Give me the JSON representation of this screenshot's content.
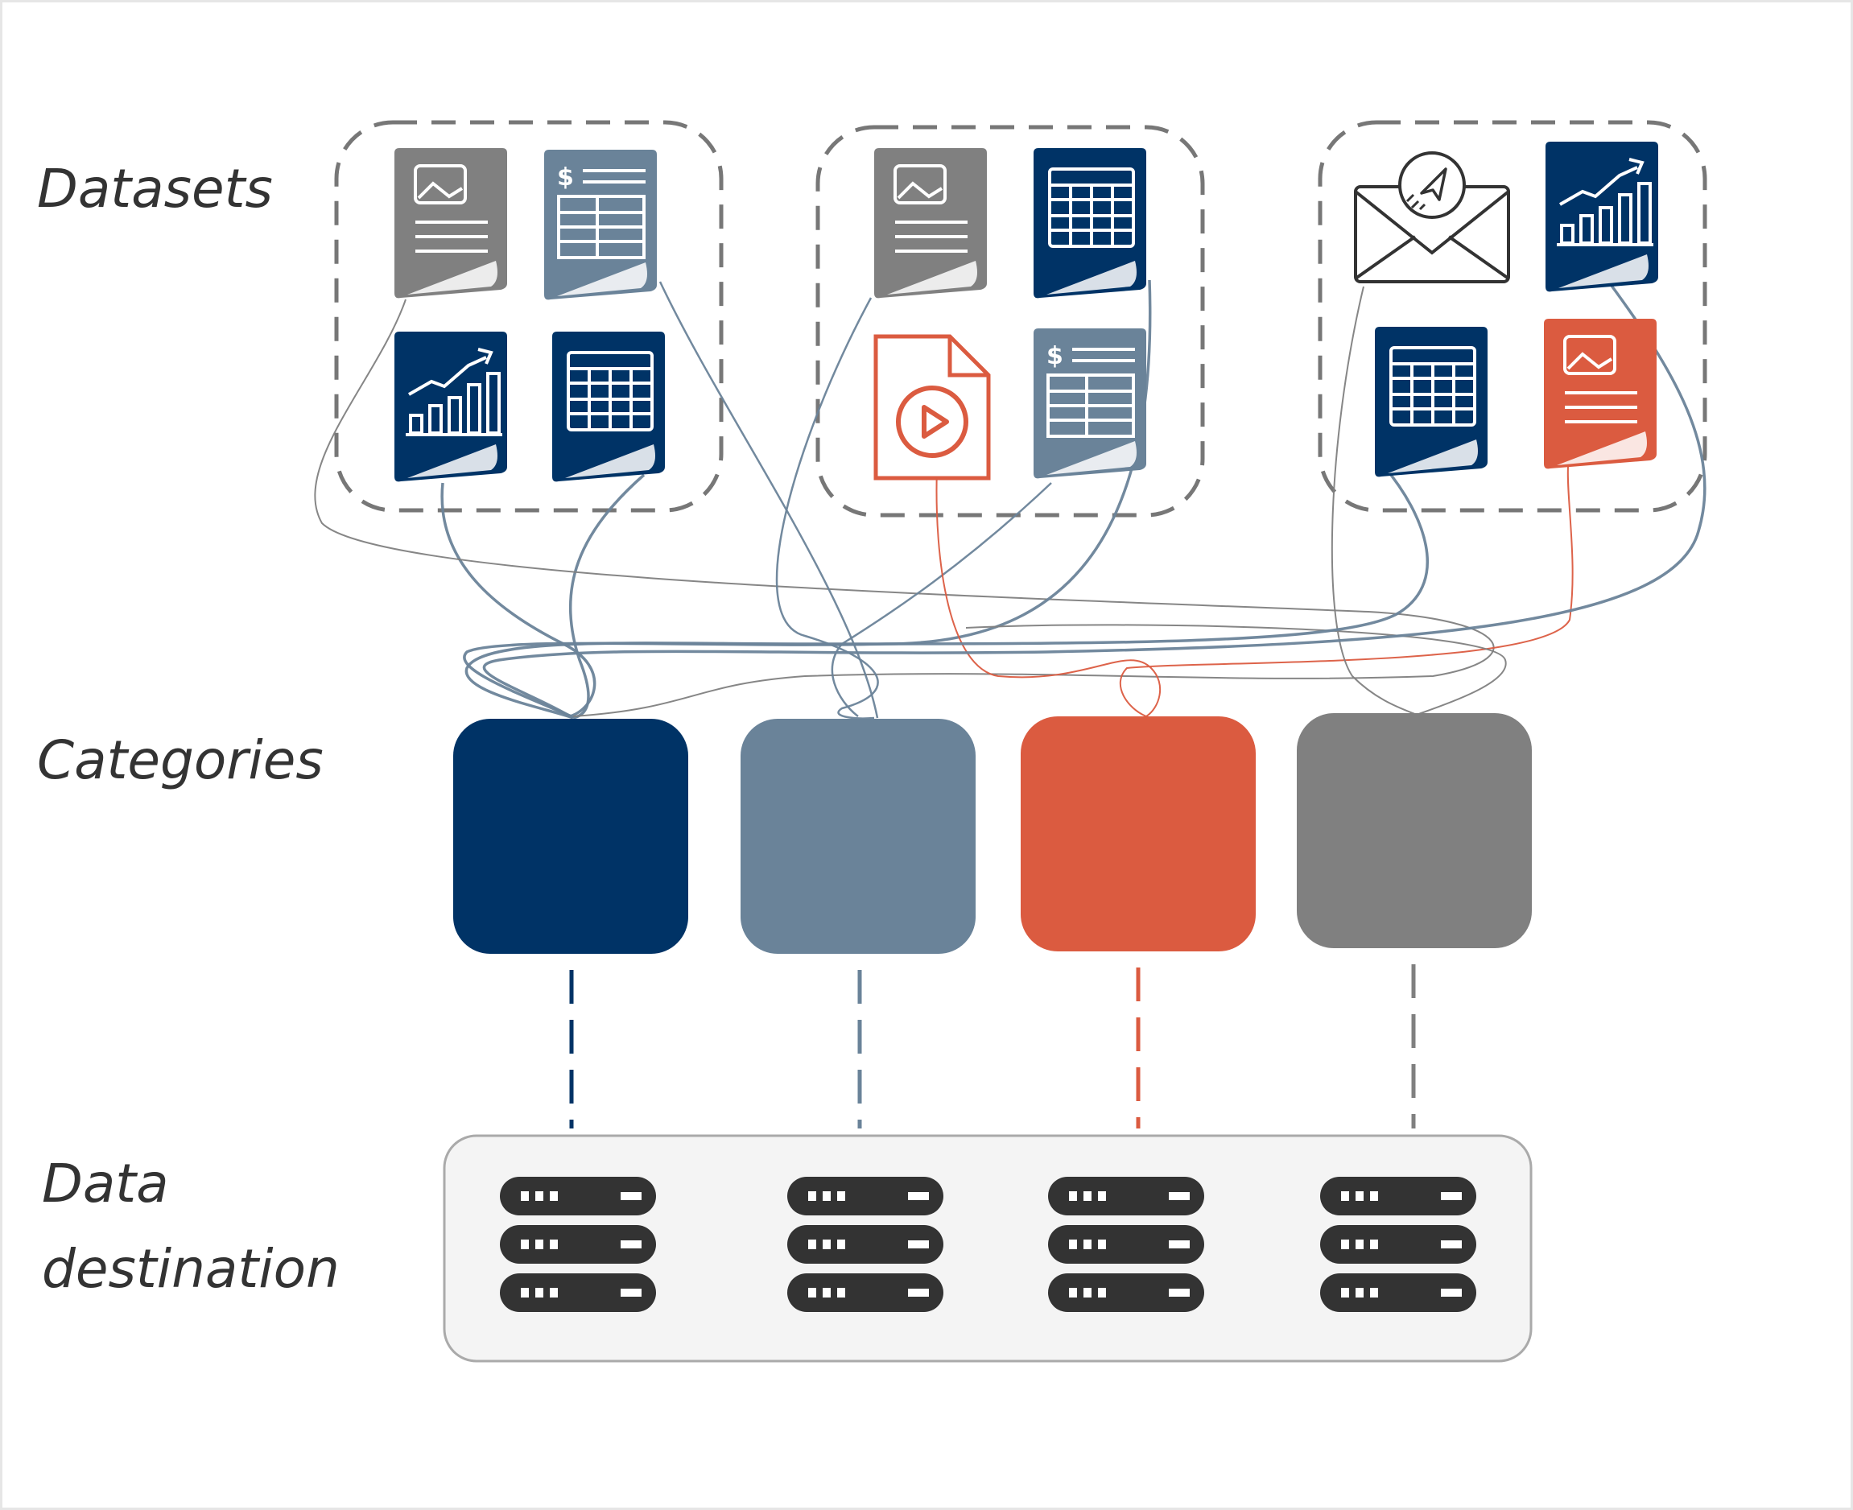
{
  "labels": {
    "datasets": "Datasets",
    "categories": "Categories",
    "destination_line1": "Data",
    "destination_line2": "destination"
  },
  "colors": {
    "navy": "#003366",
    "steel": "#6a8399",
    "coral": "#db5b40",
    "gray": "#808080",
    "dash": "#777777",
    "server": "#333333",
    "destination_fill": "#f4f4f4",
    "destination_border": "#aaaaaa"
  },
  "dataset_groups": [
    {
      "documents": [
        {
          "icon": "image-document-icon",
          "color": "gray"
        },
        {
          "icon": "invoice-document-icon",
          "color": "steel"
        },
        {
          "icon": "chart-document-icon",
          "color": "navy"
        },
        {
          "icon": "table-document-icon",
          "color": "navy"
        }
      ]
    },
    {
      "documents": [
        {
          "icon": "image-document-icon",
          "color": "gray"
        },
        {
          "icon": "table-document-icon",
          "color": "navy"
        },
        {
          "icon": "video-file-icon",
          "color": "coral"
        },
        {
          "icon": "invoice-document-icon",
          "color": "steel"
        }
      ]
    },
    {
      "documents": [
        {
          "icon": "email-icon",
          "color": "server"
        },
        {
          "icon": "chart-document-icon",
          "color": "navy"
        },
        {
          "icon": "table-document-icon",
          "color": "navy"
        },
        {
          "icon": "image-document-icon",
          "color": "coral"
        }
      ]
    }
  ],
  "categories": [
    {
      "color": "navy"
    },
    {
      "color": "steel"
    },
    {
      "color": "coral"
    },
    {
      "color": "gray"
    }
  ],
  "destination": {
    "servers": 4,
    "units_per_server": 3
  }
}
